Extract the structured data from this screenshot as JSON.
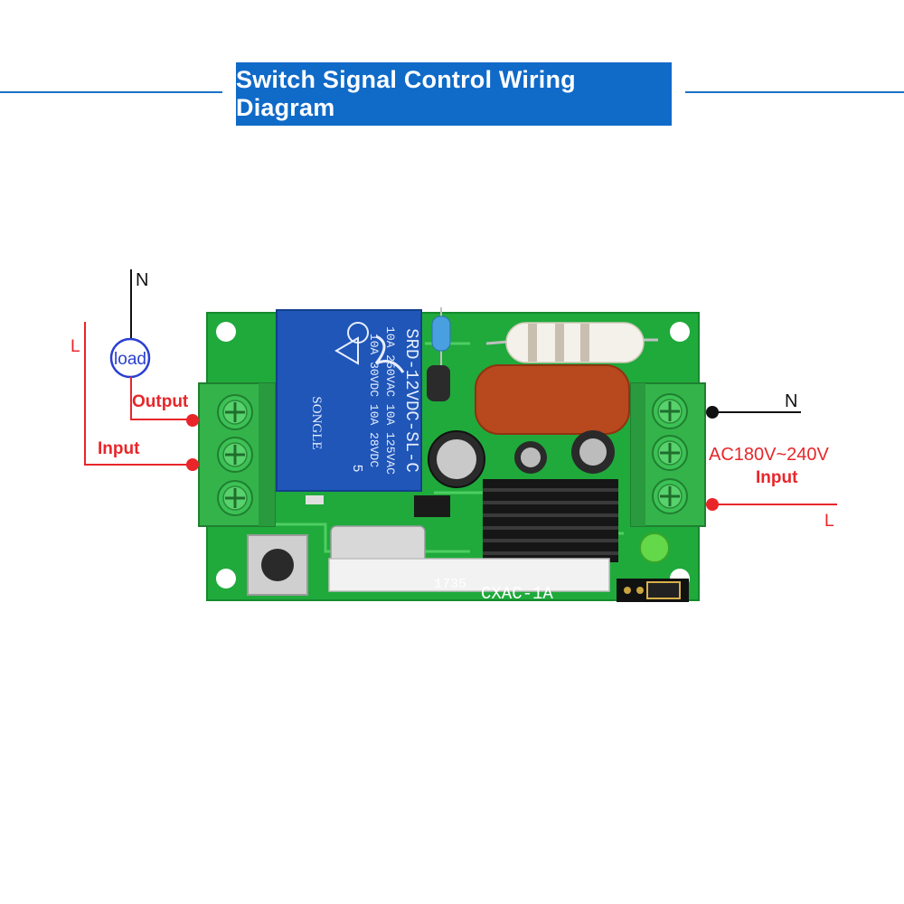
{
  "title": "Switch Signal Control Wiring Diagram",
  "left_wiring": {
    "neutral": "N",
    "line": "L",
    "load": "load",
    "output": "Output",
    "input": "Input"
  },
  "right_wiring": {
    "neutral": "N",
    "voltage": "AC180V~240V",
    "input": "Input",
    "line": "L"
  },
  "relay": {
    "model": "SRD-12VDC-SL-C",
    "rating_1": "10A 250VAC  10A 125VAC",
    "rating_2": "10A 30VDC  10A 28VDC",
    "brand": "SONGLE",
    "pin": "5"
  },
  "board_label": "CXAC-1A",
  "board_code": "1735",
  "colors": {
    "title_bg": "#0f6ac8",
    "wire_red": "#e8262a",
    "pcb_green": "#1faa3b",
    "terminal_green": "#34b34a",
    "relay_blue": "#1f56b8",
    "load_circle": "#2a3fd0"
  }
}
